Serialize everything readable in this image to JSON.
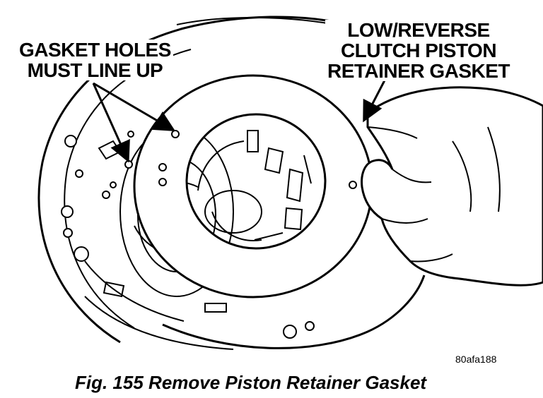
{
  "callouts": {
    "left": [
      "GASKET HOLES",
      "MUST LINE UP"
    ],
    "right": [
      "LOW/REVERSE",
      "CLUTCH PISTON",
      "RETAINER GASKET"
    ]
  },
  "figure_id": "80afa188",
  "caption": "Fig. 155 Remove Piston Retainer Gasket"
}
